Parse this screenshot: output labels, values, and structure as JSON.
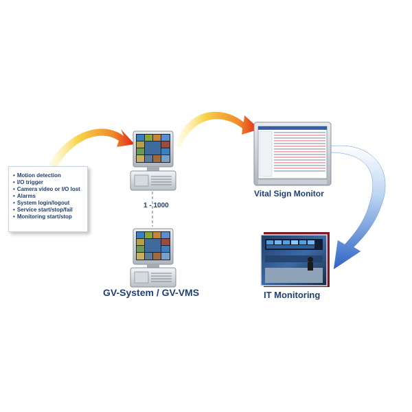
{
  "events": {
    "items": [
      "Motion detection",
      "I/O trigger",
      "Camera video or I/O lost",
      "Alarms",
      "System login/logout",
      "Service start/stop/fail",
      "Monitoring start/stop"
    ]
  },
  "labels": {
    "gv_system": "GV-System / GV-VMS",
    "connection_count": "1 - 1000",
    "vital_sign_monitor": "Vital Sign Monitor",
    "it_monitoring": "IT Monitoring"
  },
  "colors": {
    "label_text": "#1f3f73",
    "arrow_warm_start": "#f7d34a",
    "arrow_warm_end": "#e0241b",
    "arrow_blue_start": "#ffffff",
    "arrow_blue_end": "#2f63c4"
  }
}
